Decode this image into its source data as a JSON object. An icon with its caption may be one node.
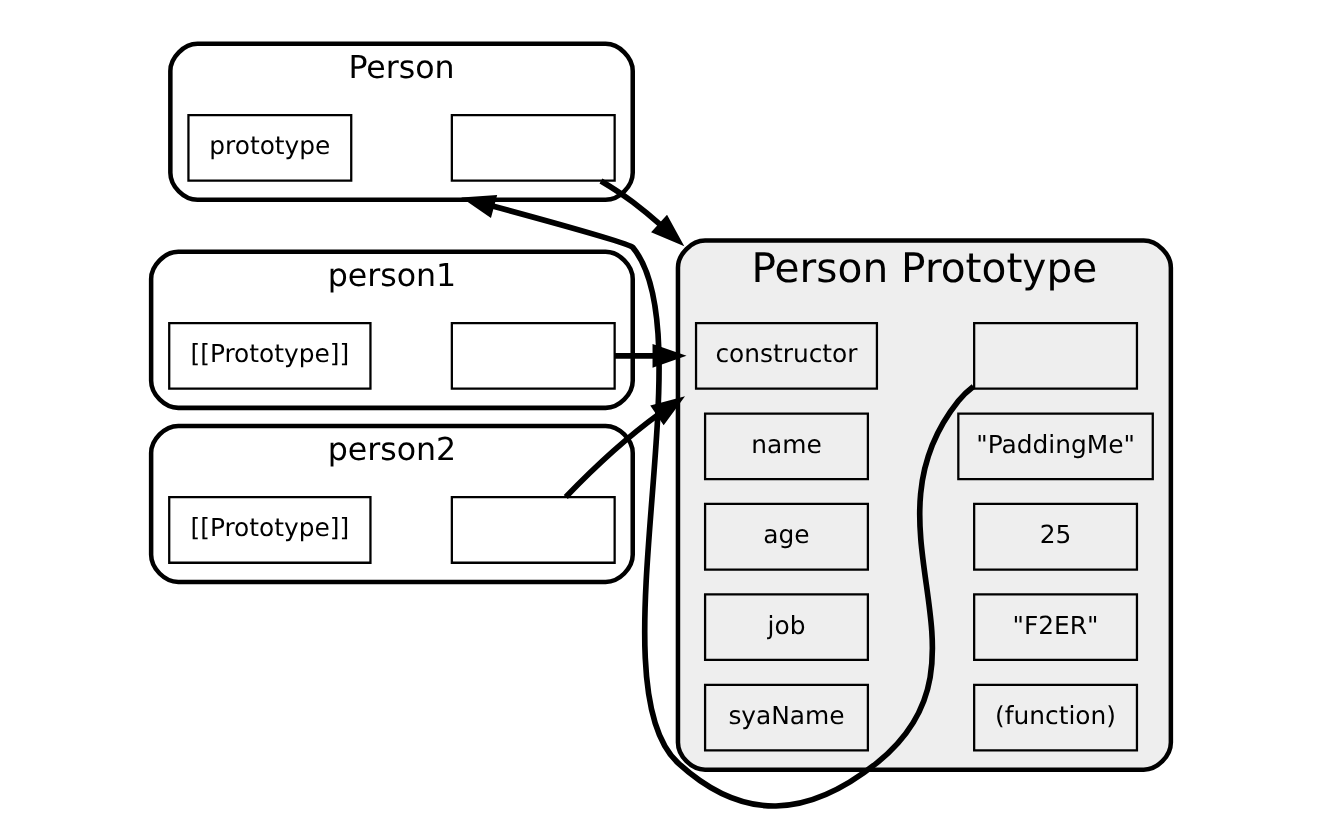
{
  "diagram": {
    "nodes": [
      {
        "text": [
          "Person"
        ]
      },
      {
        "text": [
          "prototype"
        ],
        "in": 0
      },
      {
        "text": [],
        "shape": "box",
        "in": 0
      },
      {
        "text": [
          "person1"
        ]
      },
      {
        "text": [
          "[[Prototype]]"
        ],
        "in": 3
      },
      {
        "text": [],
        "shape": "box",
        "in": 3
      },
      {
        "text": [
          "person2"
        ]
      },
      {
        "text": [
          "[[Prototype]]"
        ],
        "in": 6
      },
      {
        "text": [],
        "shape": "box",
        "in": 6
      },
      {
        "text": [
          "Person Prototype"
        ]
      },
      {
        "text": [
          "constructor"
        ],
        "in": 9
      },
      {
        "text": [],
        "shape": "box",
        "in": 9
      },
      {
        "text": [
          "name"
        ],
        "in": 9
      },
      {
        "text": [
          "\"PaddingMe\""
        ],
        "in": 9
      },
      {
        "text": [
          "age"
        ],
        "in": 9
      },
      {
        "text": [
          "25"
        ],
        "in": 9
      },
      {
        "text": [
          "job"
        ],
        "in": 9
      },
      {
        "text": [
          "\"F2ER\""
        ],
        "in": 9
      },
      {
        "text": [
          "syaName"
        ],
        "in": 9
      },
      {
        "text": [
          "(function)"
        ],
        "in": 9
      }
    ],
    "edges": [
      {
        "from": 2,
        "to": 9,
        "arrow": "to"
      },
      {
        "from": 5,
        "to": 9,
        "arrow": "to"
      },
      {
        "from": 8,
        "to": 9,
        "arrow": "to"
      },
      {
        "from": 11,
        "to": 0,
        "arrow": "to"
      }
    ]
  }
}
